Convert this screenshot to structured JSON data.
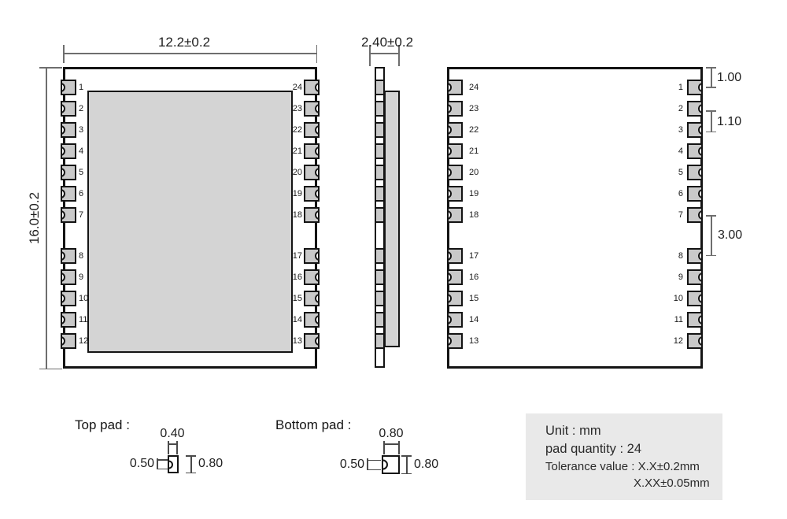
{
  "top_view": {
    "width_dim": "12.2±0.2",
    "height_dim": "16.0±0.2",
    "left_pins": [
      "1",
      "2",
      "3",
      "4",
      "5",
      "6",
      "7",
      "8",
      "9",
      "10",
      "11",
      "12"
    ],
    "right_pins": [
      "24",
      "23",
      "22",
      "21",
      "20",
      "19",
      "18",
      "17",
      "16",
      "15",
      "14",
      "13"
    ]
  },
  "side_view": {
    "width_dim": "2.40±0.2"
  },
  "bottom_view": {
    "left_pins": [
      "24",
      "23",
      "22",
      "21",
      "20",
      "19",
      "18",
      "17",
      "16",
      "15",
      "14",
      "13"
    ],
    "right_pins": [
      "1",
      "2",
      "3",
      "4",
      "5",
      "6",
      "7",
      "8",
      "9",
      "10",
      "11",
      "12"
    ],
    "dim_top_offset": "1.00",
    "dim_pad_pitch": "1.10",
    "dim_group_gap": "3.00"
  },
  "pad_details": {
    "top_pad": {
      "label": "Top pad :",
      "dim_top": "0.40",
      "dim_left": "0.50",
      "dim_right": "0.80"
    },
    "bottom_pad": {
      "label": "Bottom pad :",
      "dim_top": "0.80",
      "dim_left": "0.50",
      "dim_right": "0.80"
    }
  },
  "info_box": {
    "line1": "Unit : mm",
    "line2": "pad quantity : 24",
    "line3": "Tolerance value : X.X±0.2mm",
    "line4": "X.XX±0.05mm"
  },
  "colors": {
    "pad_fill": "#c9c9c9",
    "shield_fill": "#d4d4d4",
    "outline": "#141414",
    "dim_line": "#6e6e6e",
    "info_box_bg": "#e9e9e9"
  }
}
